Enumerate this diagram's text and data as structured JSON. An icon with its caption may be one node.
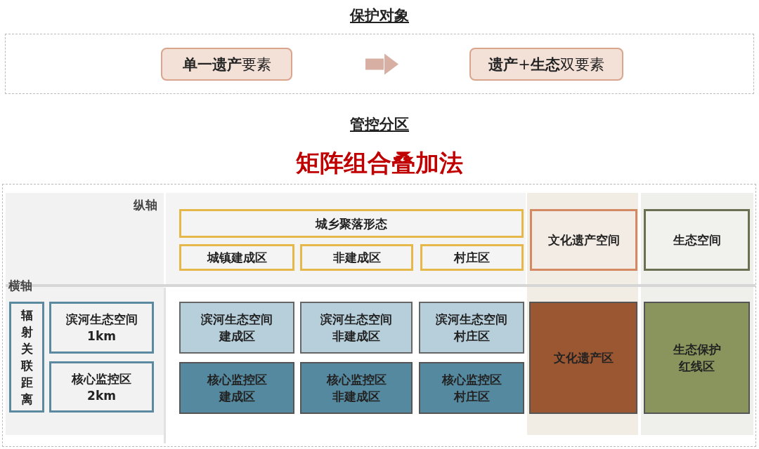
{
  "diagram": {
    "nodes": [
      {
        "text": [
          "**单一遗产**要素"
        ]
      },
      {
        "text": [
          "**遗产**+**生态**双要素"
        ]
      },
      {
        "text": [
          "城乡聚落形态"
        ]
      },
      {
        "text": [
          "城镇建成区"
        ]
      },
      {
        "text": [
          "非建成区"
        ]
      },
      {
        "text": [
          "村庄区"
        ]
      },
      {
        "text": [
          "文化遗产空间"
        ]
      },
      {
        "text": [
          "生态空间"
        ]
      },
      {
        "text": [
          "辐射关联距离"
        ]
      },
      {
        "text": [
          "滨河生态空间",
          "1km"
        ]
      },
      {
        "text": [
          "核心监控区",
          "2km"
        ]
      },
      {
        "text": [
          "滨河生态空间",
          "建成区"
        ]
      },
      {
        "text": [
          "滨河生态空间",
          "非建成区"
        ]
      },
      {
        "text": [
          "滨河生态空间",
          "村庄区"
        ]
      },
      {
        "text": [
          "核心监控区",
          "建成区"
        ]
      },
      {
        "text": [
          "核心监控区",
          "非建成区"
        ]
      },
      {
        "text": [
          "核心监控区",
          "村庄区"
        ]
      },
      {
        "text": [
          "文化遗产区"
        ]
      },
      {
        "text": [
          "生态保护",
          "红线区"
        ]
      }
    ],
    "edges": [
      {
        "from": 0,
        "to": 1,
        "arrow": "to"
      }
    ],
    "labels": [
      "保护对象",
      "管控分区",
      "矩阵组合叠加法",
      "纵轴",
      "横轴"
    ]
  }
}
